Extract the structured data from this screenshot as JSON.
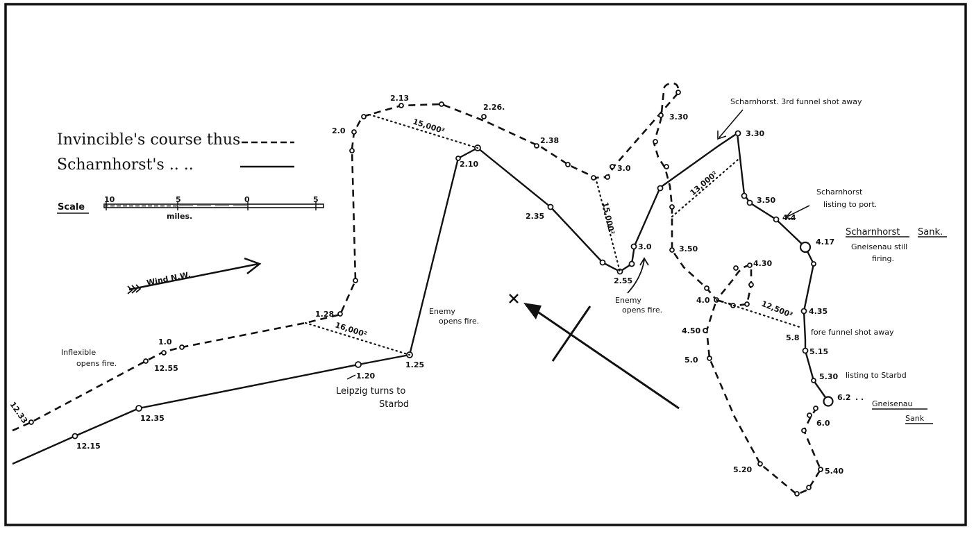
{
  "legend": {
    "invincible": "Invincible's course thus",
    "scharnhorst": "Scharnhorst's ..    ..",
    "scale_label": "Scale",
    "scale_ticks": [
      "10",
      "5",
      "0",
      "5"
    ],
    "scale_unit": "miles."
  },
  "wind": {
    "label": "Wind N.W."
  },
  "invincible_labels": [
    {
      "id": "t1233",
      "text": "12.33"
    },
    {
      "id": "t1255",
      "text": "12.55"
    },
    {
      "id": "t10",
      "text": "1.0"
    },
    {
      "id": "t128",
      "text": "1.28"
    },
    {
      "id": "t20",
      "text": "2.0"
    },
    {
      "id": "t213",
      "text": "2.13"
    },
    {
      "id": "t226",
      "text": "2.26."
    },
    {
      "id": "t238",
      "text": "2.38"
    },
    {
      "id": "t30",
      "text": "3.0"
    },
    {
      "id": "t330",
      "text": "3.30"
    },
    {
      "id": "t350",
      "text": "3.50"
    },
    {
      "id": "t40",
      "text": "4.0"
    },
    {
      "id": "t430",
      "text": "4.30"
    },
    {
      "id": "t450",
      "text": "4.50"
    },
    {
      "id": "t50",
      "text": "5.0"
    },
    {
      "id": "t520",
      "text": "5.20"
    },
    {
      "id": "t540",
      "text": "5.40"
    },
    {
      "id": "t60",
      "text": "6.0"
    }
  ],
  "scharnhorst_labels": [
    {
      "id": "s1215",
      "text": "12.15"
    },
    {
      "id": "s1235",
      "text": "12.35"
    },
    {
      "id": "s120",
      "text": "1.20"
    },
    {
      "id": "s125",
      "text": "1.25"
    },
    {
      "id": "s210",
      "text": "2.10"
    },
    {
      "id": "s235",
      "text": "2.35"
    },
    {
      "id": "s255",
      "text": "2.55"
    },
    {
      "id": "s30",
      "text": "3.0"
    },
    {
      "id": "s330",
      "text": "3.30"
    },
    {
      "id": "s350",
      "text": "3.50"
    },
    {
      "id": "s44",
      "text": "4.4"
    },
    {
      "id": "s417",
      "text": "4.17"
    },
    {
      "id": "s435",
      "text": "4.35"
    },
    {
      "id": "s58",
      "text": "5.8"
    },
    {
      "id": "s515",
      "text": "5.15"
    },
    {
      "id": "s530",
      "text": "5.30"
    },
    {
      "id": "s62",
      "text": "6.2"
    }
  ],
  "ranges": {
    "r1": "16,000²",
    "r2": "15,000²",
    "r3": "15,000²",
    "r4": "13,000²",
    "r5": "12,500²"
  },
  "annotations": {
    "inflexible_1": "Inflexible",
    "inflexible_2": "opens fire.",
    "leipzig_1": "Leipzig turns to",
    "leipzig_2": "Starbd",
    "enemy1_1": "Enemy",
    "enemy1_2": "opens fire.",
    "enemy2_1": "Enemy",
    "enemy2_2": "opens fire.",
    "funnel3": "Scharnhorst. 3rd funnel shot away",
    "listing_port_1": "Scharnhorst",
    "listing_port_2": "listing to port.",
    "sch_sunk_a": "Scharnhorst",
    "sch_sunk_b": "Sank.",
    "gneisenau_firing_1": "Gneisenau still",
    "gneisenau_firing_2": "firing.",
    "fore_funnel": "fore funnel shot away",
    "listing_starb": "listing to Starbd",
    "gneisenau_sunk_1": "Gneisenau",
    "gneisenau_sunk_2": "Sank"
  }
}
